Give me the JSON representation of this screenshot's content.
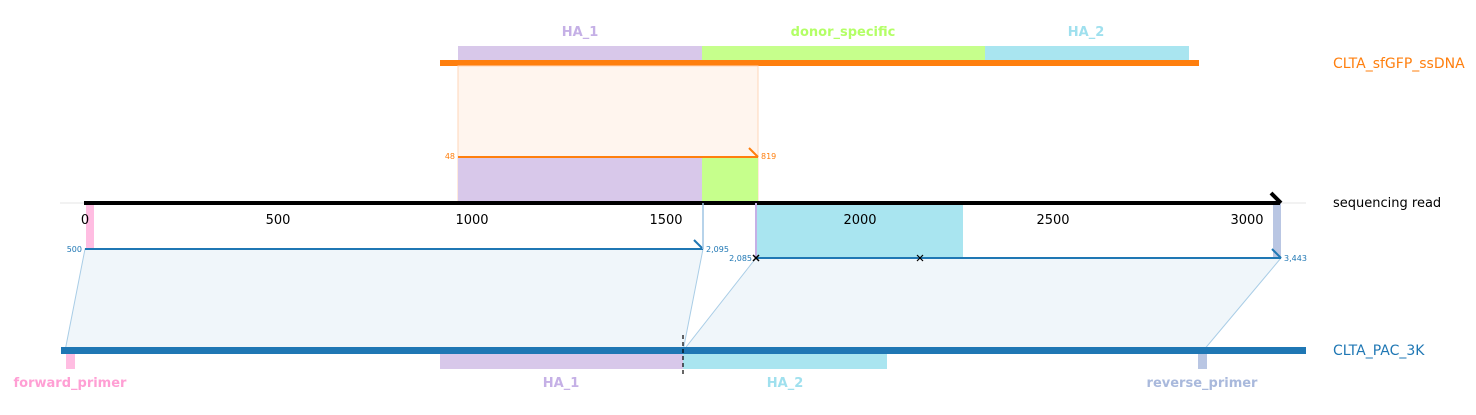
{
  "diagram": {
    "tick_labels": [
      "0",
      "500",
      "1000",
      "1500",
      "2000",
      "2500",
      "3000"
    ],
    "targets": {
      "donor": {
        "name": "CLTA_sfGFP_ssDNA",
        "color": "#ff7f0e",
        "features": [
          {
            "name": "HA_1",
            "color": "#c5b0e6"
          },
          {
            "name": "donor_specific",
            "color": "#b3ff66"
          },
          {
            "name": "HA_2",
            "color": "#9fe0ee"
          }
        ]
      },
      "read": {
        "name": "sequencing read",
        "color": "#000000"
      },
      "genome": {
        "name": "CLTA_PAC_3K",
        "color": "#1f77b4",
        "features": [
          {
            "name": "forward_primer",
            "color": "#ff9fd4"
          },
          {
            "name": "HA_1",
            "color": "#c5b0e6"
          },
          {
            "name": "HA_2",
            "color": "#9fe0ee"
          },
          {
            "name": "reverse_primer",
            "color": "#a9b9dc"
          }
        ]
      }
    },
    "alignments": {
      "donor": {
        "start_label": "48",
        "end_label": "819"
      },
      "genome_left": {
        "start_label": "500",
        "end_label": "2,095"
      },
      "genome_right": {
        "start_label": "2,085",
        "end_label": "3,443"
      }
    }
  }
}
